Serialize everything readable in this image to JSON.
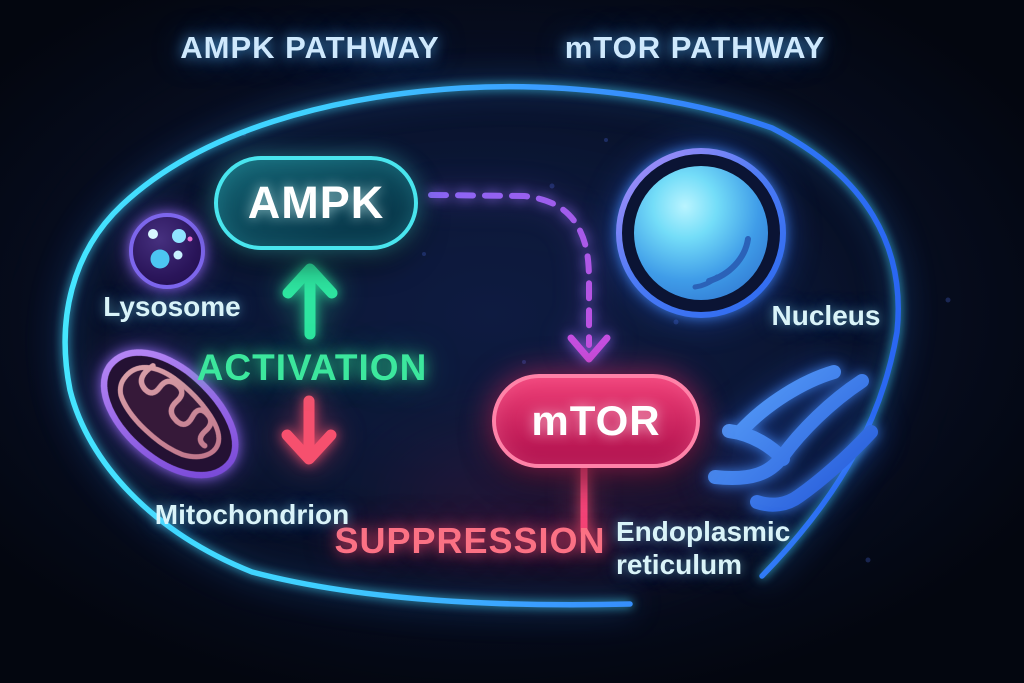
{
  "titles": {
    "left": "AMPK PATHWAY",
    "right": "mTOR PATHWAY"
  },
  "pathway": {
    "ampk_node": "AMPK",
    "mtor_node": "mTOR",
    "activation_label": "ACTIVATION",
    "suppression_label": "SUPPRESSION"
  },
  "organelles": {
    "lysosome": "Lysosome",
    "mitochondrion": "Mitochondrion",
    "nucleus": "Nucleus",
    "endoplasmic_reticulum_line1": "Endoplasmic",
    "endoplasmic_reticulum_line2": "reticulum"
  },
  "icons": {
    "cell_membrane": "cell-membrane-outline",
    "lysosome": "lysosome-icon",
    "mitochondrion": "mitochondrion-icon",
    "nucleus": "nucleus-icon",
    "endoplasmic_reticulum": "er-icon",
    "activation_arrow": "arrow-up-icon",
    "suppression_arrow": "arrow-down-icon",
    "ampk_to_mtor_arrow": "dashed-curved-arrow-icon"
  },
  "colors": {
    "background_center": "#0d1737",
    "background_edge": "#03060f",
    "membrane_cyan": "#45e6ff",
    "membrane_blue": "#2a66f2",
    "title_text": "#cfe9fd",
    "label_text": "#daf4f9",
    "node_text": "#ffffff",
    "ampk_fill_top": "#156575",
    "ampk_fill_bottom": "#093a4d",
    "ampk_border": "#49e5ee",
    "mtor_fill_top": "#ef4078",
    "mtor_fill_bottom": "#ae0f4c",
    "mtor_border": "#ff82a8",
    "activation_green": "#3ce79d",
    "arrow_green": "#2ee5a0",
    "suppression_red": "#fb7184",
    "arrow_red": "#f6506e",
    "mtor_stem_pink": "#f4467a",
    "dashed_purple": "#8a66f5",
    "dashed_magenta": "#c44fe0",
    "lysosome_purple": "#7d66ec",
    "mito_outline_purple": "#8a5cf0",
    "mito_cristae_rose": "#d795a2",
    "nucleus_ring_blue": "#2f6cf0",
    "nucleus_ring_purple": "#9d8df8",
    "nucleus_sphere_light": "#b9f4ff",
    "nucleus_sphere_deep": "#2f74cf",
    "er_blue_light": "#5aa2fa",
    "er_blue_deep": "#2356d8"
  }
}
